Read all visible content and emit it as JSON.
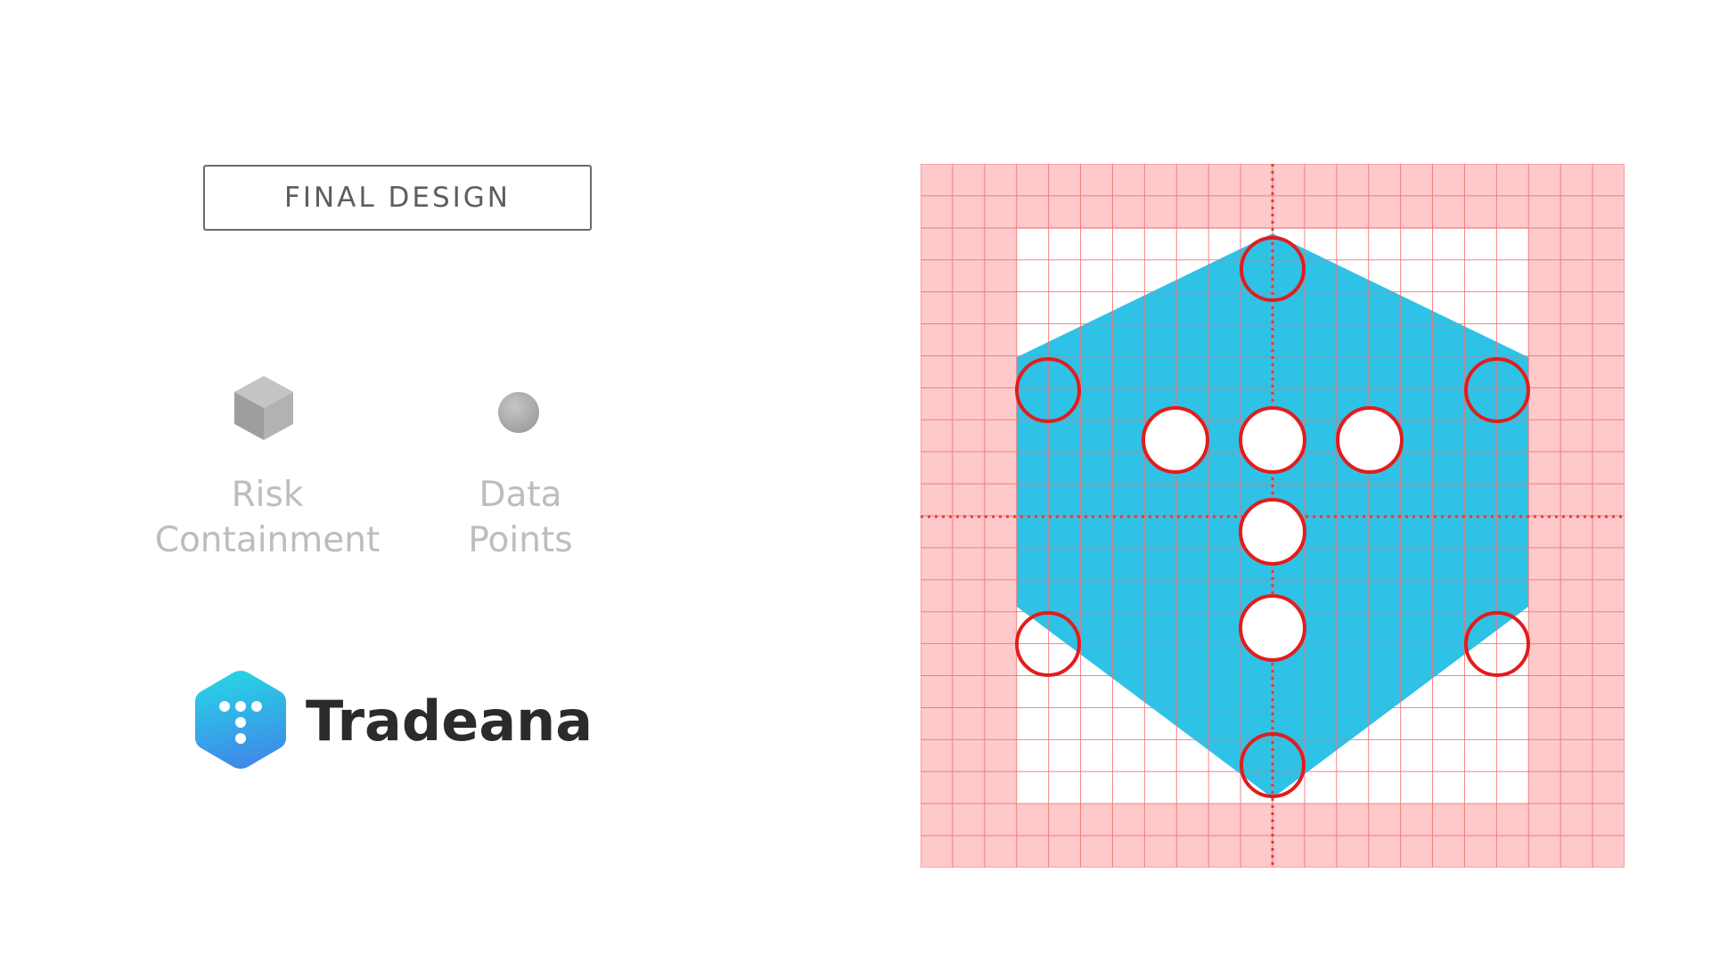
{
  "header": {
    "label": "FINAL DESIGN"
  },
  "concepts": [
    {
      "line1": "Risk",
      "line2": "Containment",
      "icon": "cube-icon"
    },
    {
      "line1": "Data",
      "line2": "Points",
      "icon": "sphere-icon"
    }
  ],
  "logo": {
    "wordmark": "Tradeana",
    "icon": "tradeana-logo-icon"
  },
  "diagram": {
    "icon": "construction-grid",
    "colors": {
      "hexagon": "#2ec2e6",
      "grid_line": "#f37070",
      "margin_fill": "#fdc9ca",
      "guide": "#e23a3a",
      "circle_stroke": "#e31c1c"
    },
    "grid": {
      "columns": 22,
      "rows": 22
    }
  }
}
